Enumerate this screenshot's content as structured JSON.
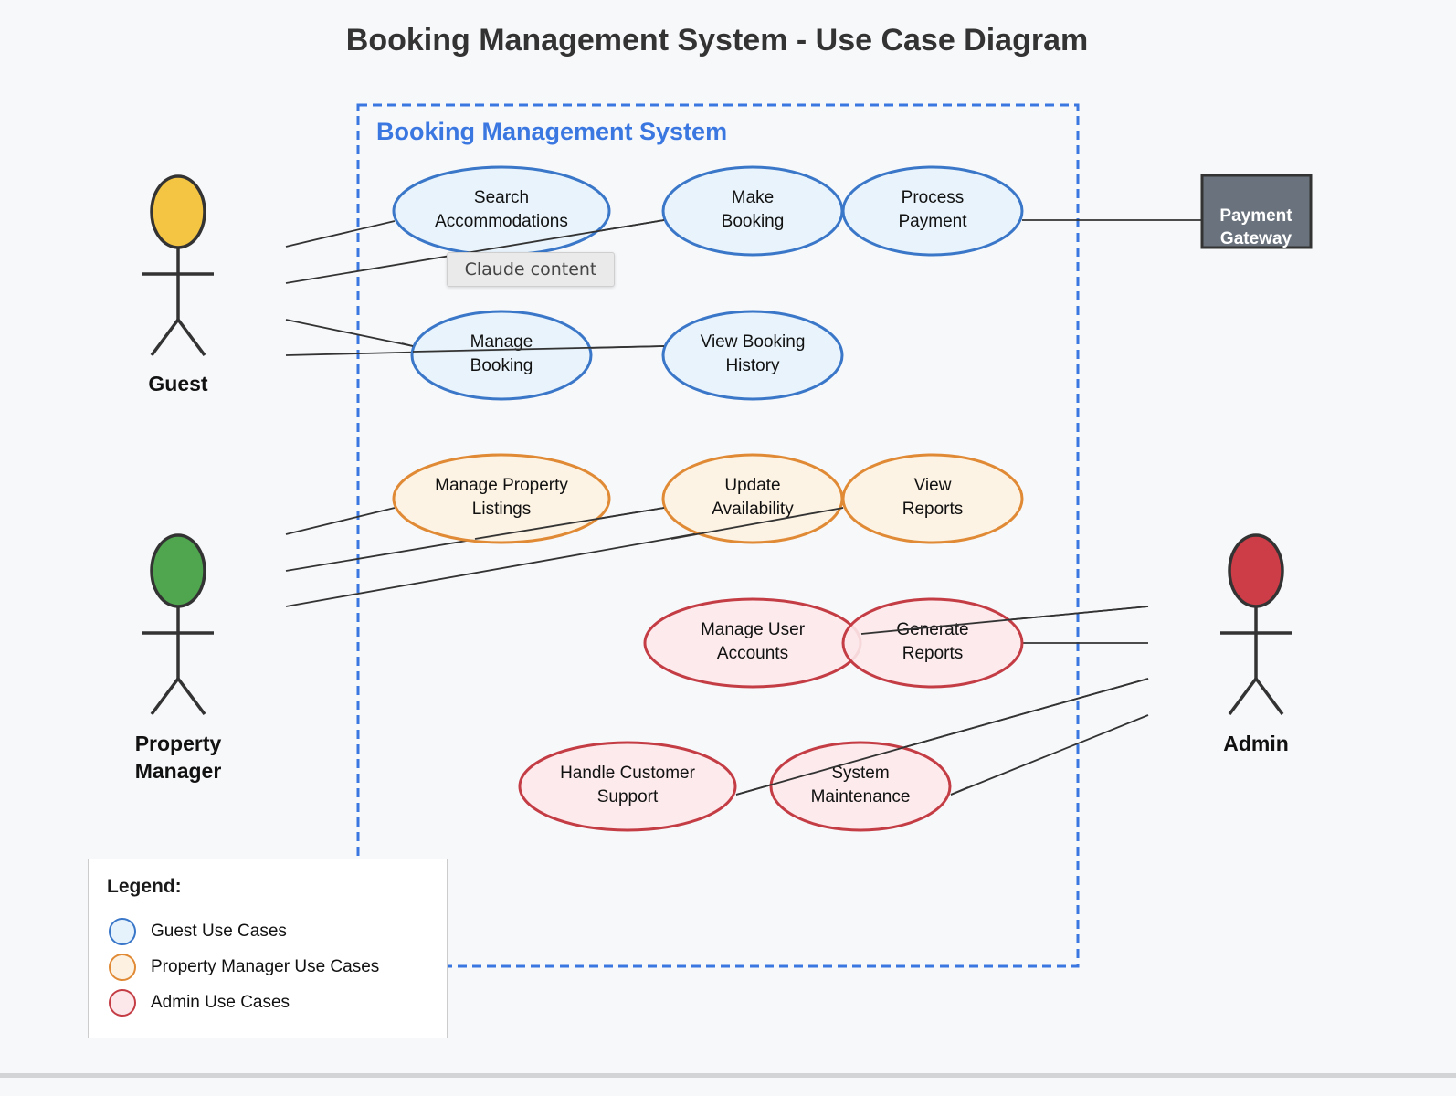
{
  "title": "Booking Management System - Use Case Diagram",
  "system_boundary": {
    "label": "Booking Management System"
  },
  "actors": {
    "guest": {
      "name": "Guest",
      "color": "#f4c542"
    },
    "property_manager": {
      "name_line1": "Property",
      "name_line2": "Manager",
      "color": "#4fa64f"
    },
    "admin": {
      "name": "Admin",
      "color": "#cc3d47"
    },
    "payment_gateway": {
      "line1": "Payment",
      "line2": "Gateway",
      "color": "#6a737d"
    }
  },
  "use_cases": {
    "search_accommodations": {
      "line1": "Search",
      "line2": "Accommodations"
    },
    "make_booking": {
      "line1": "Make",
      "line2": "Booking"
    },
    "process_payment": {
      "line1": "Process",
      "line2": "Payment"
    },
    "manage_booking": {
      "line1": "Manage",
      "line2": "Booking"
    },
    "view_booking_history": {
      "line1": "View Booking",
      "line2": "History"
    },
    "manage_property_listings": {
      "line1": "Manage Property",
      "line2": "Listings"
    },
    "update_availability": {
      "line1": "Update",
      "line2": "Availability"
    },
    "view_reports": {
      "line1": "View",
      "line2": "Reports"
    },
    "manage_user_accounts": {
      "line1": "Manage User",
      "line2": "Accounts"
    },
    "generate_reports": {
      "line1": "Generate",
      "line2": "Reports"
    },
    "handle_customer_support": {
      "line1": "Handle Customer",
      "line2": "Support"
    },
    "system_maintenance": {
      "line1": "System",
      "line2": "Maintenance"
    }
  },
  "tooltip": "Claude content",
  "legend": {
    "title": "Legend:",
    "items": [
      {
        "label": "Guest Use Cases",
        "fill": "#e6f2fb",
        "stroke": "#3a77c9"
      },
      {
        "label": "Property Manager Use Cases",
        "fill": "#fdf2e1",
        "stroke": "#e08a35"
      },
      {
        "label": "Admin Use Cases",
        "fill": "#fce8ea",
        "stroke": "#c43d45"
      }
    ]
  },
  "colors": {
    "guest_fill": "#e6f2fb",
    "guest_stroke": "#3a77c9",
    "manager_fill": "#fdf2e1",
    "manager_stroke": "#e08a35",
    "admin_fill": "#fce8ea",
    "admin_stroke": "#c43d45",
    "boundary": "#3a77e0"
  }
}
